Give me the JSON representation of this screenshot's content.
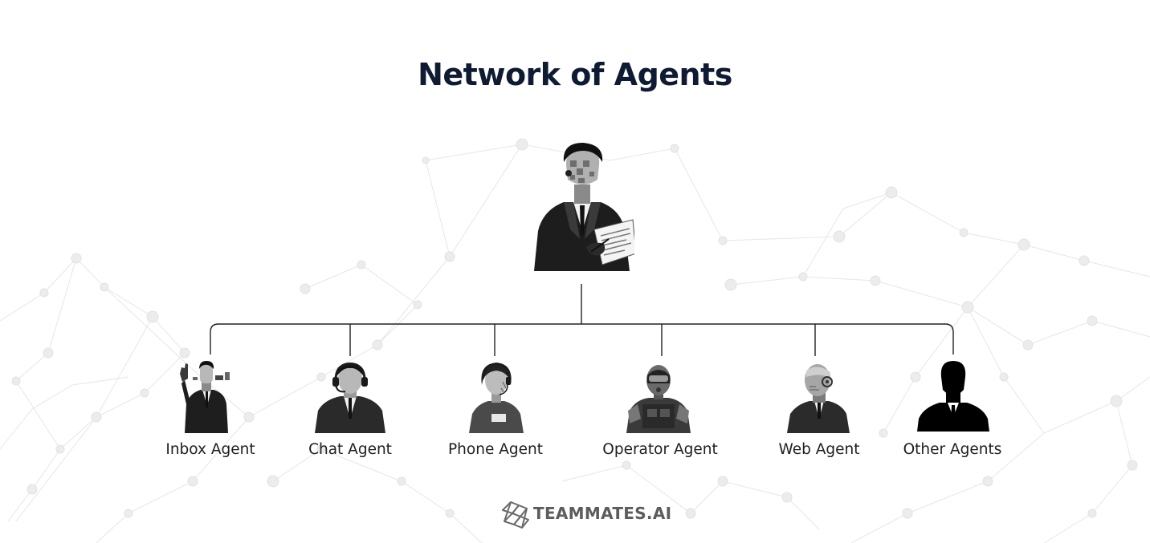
{
  "page": {
    "title": "Network of Agents"
  },
  "agents": [
    {
      "label": "Inbox Agent",
      "icon": "inbox-agent-icon"
    },
    {
      "label": "Chat Agent",
      "icon": "chat-agent-icon"
    },
    {
      "label": "Phone Agent",
      "icon": "phone-agent-icon"
    },
    {
      "label": "Operator Agent",
      "icon": "operator-agent-icon"
    },
    {
      "label": "Web Agent",
      "icon": "web-agent-icon"
    },
    {
      "label": "Other Agents",
      "icon": "other-agents-icon"
    }
  ],
  "lead_agent": {
    "icon": "lead-agent-icon"
  },
  "footer": {
    "brand": "TEAMMATES.AI"
  },
  "colors": {
    "title": "#0f1b33",
    "line": "#222222",
    "brand_gray": "#5c5c5c",
    "network": "#e4e4e4"
  }
}
